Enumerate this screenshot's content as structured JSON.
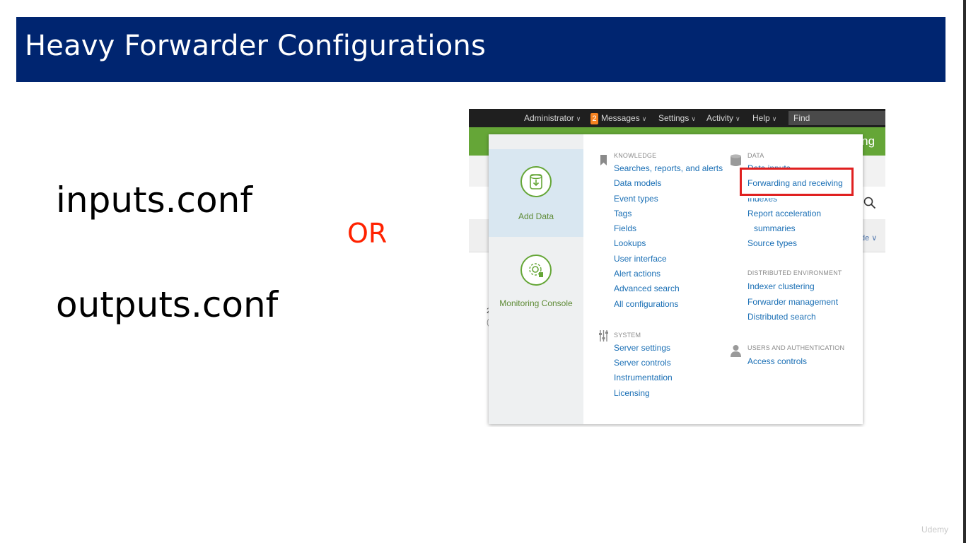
{
  "slide": {
    "title": "Heavy Forwarder Configurations",
    "file1": "inputs.conf",
    "file2": "outputs.conf",
    "or_label": "OR",
    "watermark": "Udemy"
  },
  "colors": {
    "title_bar": "#002570",
    "or_text": "#ff2200",
    "accent_green": "#65a637",
    "link_blue": "#1a6fb5",
    "highlight_red": "#e02020",
    "badge_orange": "#f58220"
  },
  "topbar": {
    "administrator": "Administrator",
    "messages_count": "2",
    "messages": "Messages",
    "settings": "Settings",
    "activity": "Activity",
    "help": "Help",
    "find_placeholder": "Find",
    "chevron": "∨"
  },
  "background_peek": {
    "green_text": "rting",
    "mode_text": "de ∨",
    "left_text1": "2",
    "left_text2": "("
  },
  "dropdown": {
    "add_data_label": "Add Data",
    "monitoring_label": "Monitoring Console",
    "knowledge": {
      "heading": "KNOWLEDGE",
      "items": [
        "Searches, reports, and alerts",
        "Data models",
        "Event types",
        "Tags",
        "Fields",
        "Lookups",
        "User interface",
        "Alert actions",
        "Advanced search",
        "All configurations"
      ]
    },
    "system": {
      "heading": "SYSTEM",
      "items": [
        "Server settings",
        "Server controls",
        "Instrumentation",
        "Licensing"
      ]
    },
    "data": {
      "heading": "DATA",
      "items": [
        "Data inputs",
        "Forwarding and receiving",
        "Indexes",
        "Report acceleration",
        "summaries",
        "Source types"
      ]
    },
    "distributed": {
      "heading": "DISTRIBUTED ENVIRONMENT",
      "items": [
        "Indexer clustering",
        "Forwarder management",
        "Distributed search"
      ]
    },
    "users": {
      "heading": "USERS AND AUTHENTICATION",
      "items": [
        "Access controls"
      ]
    }
  }
}
